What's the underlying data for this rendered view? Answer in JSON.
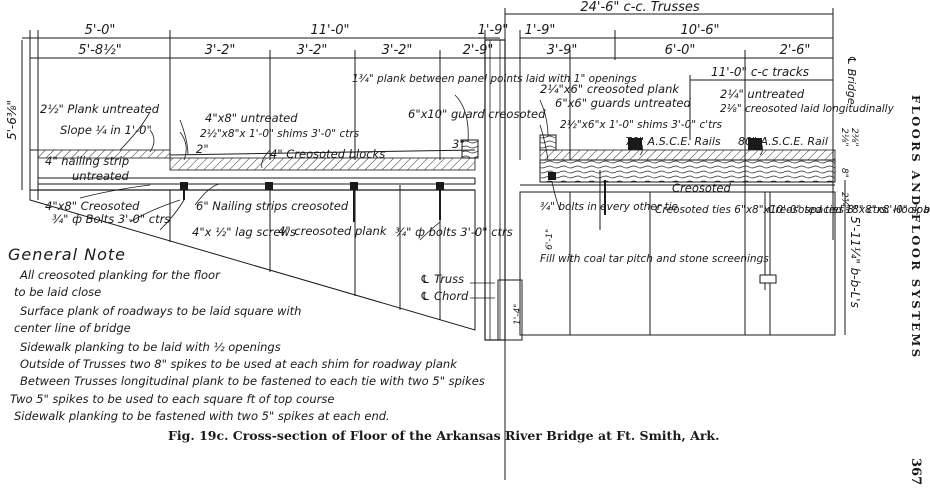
{
  "dimensions": {
    "top_span": "24'-6\" c-c. Trusses",
    "left_a": "5'-0\"",
    "left_b": "11'-0\"",
    "mid_a": "1'-9\"",
    "mid_b": "1'-9\"",
    "right_a": "10'-6\"",
    "row2": [
      "5'-8½\"",
      "3'-2\"",
      "3'-2\"",
      "3'-2\"",
      "2'-9\"",
      "3'-9\"",
      "6'-0\"",
      "2'-6\""
    ],
    "tracks": "11'-0\" c-c tracks",
    "bridge_cl": "℄ Bridge",
    "height_left": "5'-6⅜\"",
    "height_right": "5'-11¼\" b-b-L's",
    "small_right": [
      "2⅛\"",
      "2⅜\"",
      "8\"",
      "2¾\""
    ],
    "small_mid": "6'-1\"",
    "small_bottom": "1'-4\""
  },
  "labels": {
    "plank_untreated": "2½\" Plank untreated",
    "slope": "Slope ¼ in 1'-0\"",
    "nailing_strip": "4\" nailing strip",
    "untreated": "untreated",
    "untreated_4x8": "4\"x8\" untreated",
    "shims": "2½\"x8\"x 1'-0\" shims 3'-0\" ctrs",
    "two_inch": "2\"",
    "creosoted_blocks": "4\" Creosoted blocks",
    "plank_between": "1¾\" plank between panel points laid with 1\" openings",
    "guard": "6\"x10\" guard creosoted",
    "three": "3\"",
    "creosoted_plank_top": "2¼\"x6\" creosoted plank",
    "guards_untreated": "6\"x6\" guards untreated",
    "shims_right": "2½\"x6\"x 1'-0\" shims 3'-0\" c'trs",
    "untreated_right": "2¼\" untreated",
    "creosoted_laid": "2⅛\" creosoted laid longitudinally",
    "rails_70": "70\" A.S.C.E. Rails",
    "rails_80": "80\" A.S.C.E. Rail",
    "creosoted_mid": "Creosoted",
    "creosoted_4x8": "4\"x8\" Creosoted",
    "bolts_left": "¾\" ф Bolts 3'-0\" ctrs",
    "nailing_strips": "6\" Nailing strips creosoted",
    "lag_screws": "4\"x ½\" lag screws",
    "creosoted_plank": "4\" creosoted plank",
    "bolts_mid": "¾\" ф bolts 3'-0\" ctrs",
    "truss": "℄ Truss",
    "chord": "℄ Chord",
    "bolts_every": "¾\" bolts in every other tie",
    "fill": "Fill with coal tar pitch and stone screenings",
    "ties_a": "Creosoted ties 6\"x8\"x10'-0\" spaced 18\" ctrs. Hook bolts in every other tie",
    "ties_b": "Creosoted ties 8\"x8\"x8'-0\" spaced 18\" ctrs Hook bolts in every other tie"
  },
  "general_note": {
    "title": "General Note",
    "lines": [
      "All creosoted planking for the floor",
      "to be laid close",
      "Surface plank of roadways to be laid square with",
      "center line of bridge",
      "Sidewalk planking to be laid with ½ openings",
      "Outside of Trusses two 8\" spikes to be used at each shim for roadway plank",
      "Between Trusses longitudinal plank to be fastened to each tie with two 5\" spikes",
      "Two 5\" spikes to be used to each square ft of top course",
      "Sidewalk planking to be fastened with two 5\" spikes at each end."
    ]
  },
  "caption": "Fig. 19c.   Cross-section of Floor of the Arkansas River Bridge at Ft. Smith, Ark.",
  "running_head": "FLOORS AND FLOOR SYSTEMS",
  "page_number": "367"
}
